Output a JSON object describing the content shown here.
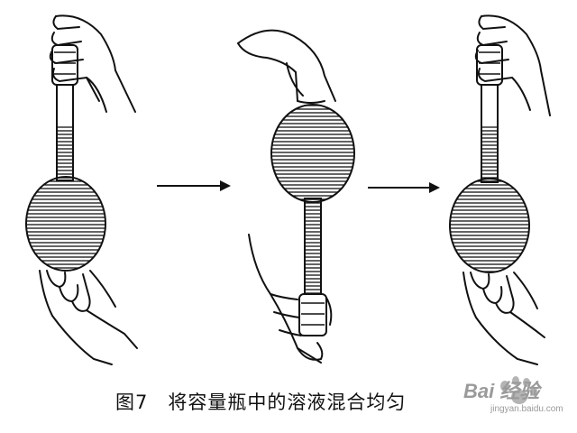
{
  "caption": {
    "figure_number": "图7",
    "text": "将容量瓶中的溶液混合均匀"
  },
  "watermark": {
    "brand": "Bai 经验",
    "url": "jingyan.baidu.com"
  },
  "colors": {
    "ink": "#111111",
    "background": "#ffffff",
    "watermark": "#9a9a9a"
  }
}
